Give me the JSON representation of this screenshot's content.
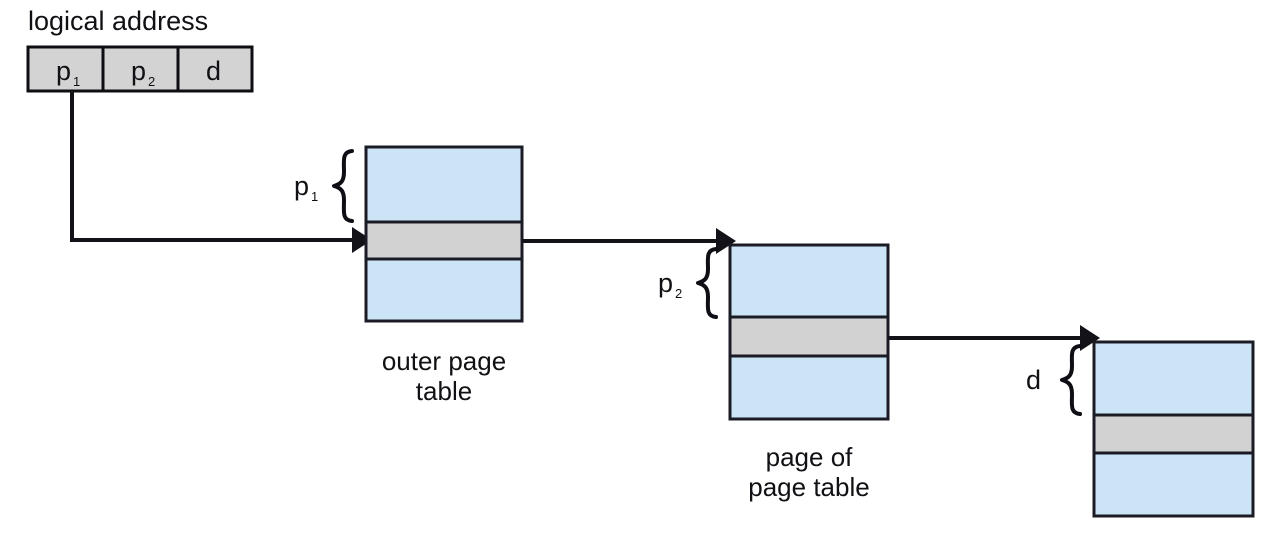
{
  "diagram": {
    "title": "logical address",
    "colors": {
      "blue_cell": "#cbe5f7",
      "gray_cell": "#d2d2d2",
      "address_cell": "#d3d3d3",
      "outline": "#1b1b26",
      "connector": "#121218",
      "background": "#ffffff"
    },
    "logical_address": {
      "label": "logical address",
      "fields": [
        {
          "base": "p",
          "sub": "1"
        },
        {
          "base": "p",
          "sub": "2"
        },
        {
          "base": "d",
          "sub": ""
        }
      ]
    },
    "braces": [
      {
        "base": "p",
        "sub": "1"
      },
      {
        "base": "p",
        "sub": "2"
      },
      {
        "base": "d",
        "sub": ""
      }
    ],
    "tables": [
      {
        "caption_line1": "outer page",
        "caption_line2": "table",
        "rows": [
          "blue",
          "gray",
          "blue"
        ]
      },
      {
        "caption_line1": "page of",
        "caption_line2": "page table",
        "rows": [
          "blue",
          "gray",
          "blue"
        ]
      },
      {
        "caption_line1": "",
        "caption_line2": "",
        "rows": [
          "blue",
          "gray",
          "blue"
        ]
      }
    ]
  }
}
